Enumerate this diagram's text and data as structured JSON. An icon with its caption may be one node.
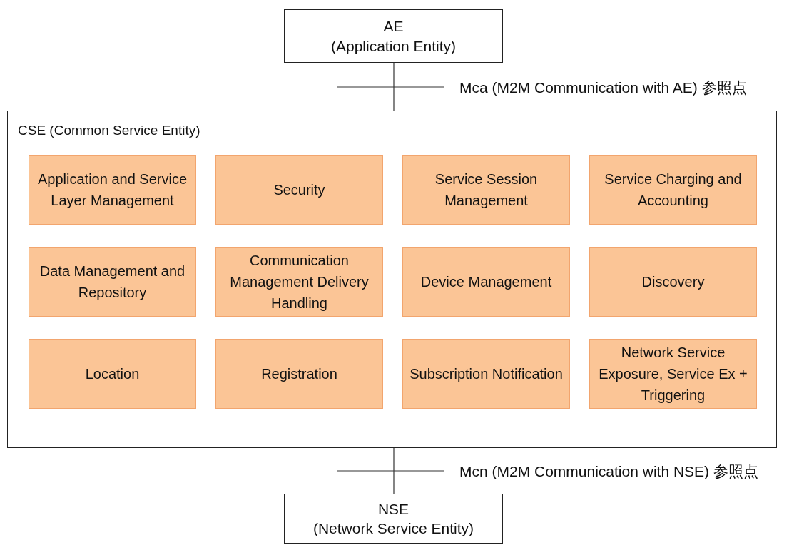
{
  "diagram": {
    "nodes": [
      {
        "text": [
          "AE",
          "(Application Entity)"
        ]
      },
      {
        "text": [
          "CSE (Common Service Entity)"
        ]
      },
      {
        "text": [
          "Application and Service Layer Management"
        ],
        "in": 1
      },
      {
        "text": [
          "Security"
        ],
        "in": 1
      },
      {
        "text": [
          "Service Session Management"
        ],
        "in": 1
      },
      {
        "text": [
          "Service Charging and Accounting"
        ],
        "in": 1
      },
      {
        "text": [
          "Data Management and Repository"
        ],
        "in": 1
      },
      {
        "text": [
          "Communication Management Delivery Handling"
        ],
        "in": 1
      },
      {
        "text": [
          "Device Management"
        ],
        "in": 1
      },
      {
        "text": [
          "Discovery"
        ],
        "in": 1
      },
      {
        "text": [
          "Location"
        ],
        "in": 1
      },
      {
        "text": [
          "Registration"
        ],
        "in": 1
      },
      {
        "text": [
          "Subscription Notification"
        ],
        "in": 1
      },
      {
        "text": [
          "Network Service Exposure, Service Ex + Triggering"
        ],
        "in": 1
      },
      {
        "text": [
          "NSE",
          "(Network Service Entity)"
        ]
      }
    ],
    "edges": [
      {
        "from": 0,
        "to": 1,
        "arrow": "none",
        "label": "Mca (M2M Communication with AE) 参照点"
      },
      {
        "from": 1,
        "to": 14,
        "arrow": "none",
        "label": "Mcn (M2M Communication with NSE) 参照点"
      }
    ]
  }
}
